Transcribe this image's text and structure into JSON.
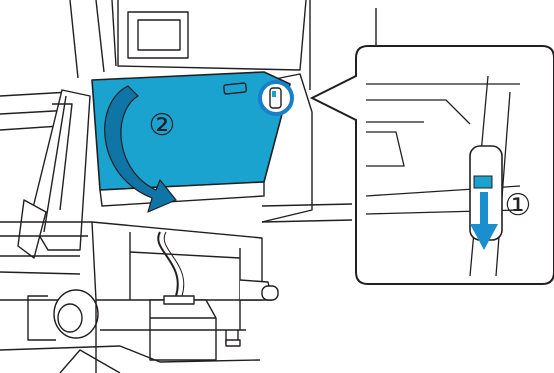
{
  "steps": [
    {
      "label": "①",
      "description": ""
    },
    {
      "label": "②",
      "description": ""
    }
  ],
  "colors": {
    "cover": "#1aa3cf",
    "cover_edge": "#0f7fa8",
    "outline": "#231f20",
    "callout_border": "#231f20",
    "lever_highlight": "#1aa3cf",
    "rotate_arrow": "#0e75a6",
    "down_arrow": "#1a8fcf"
  },
  "icons": {
    "rotate": "curved-arrow-icon",
    "down": "down-arrow-icon",
    "lever_marker": "highlight-circle"
  }
}
